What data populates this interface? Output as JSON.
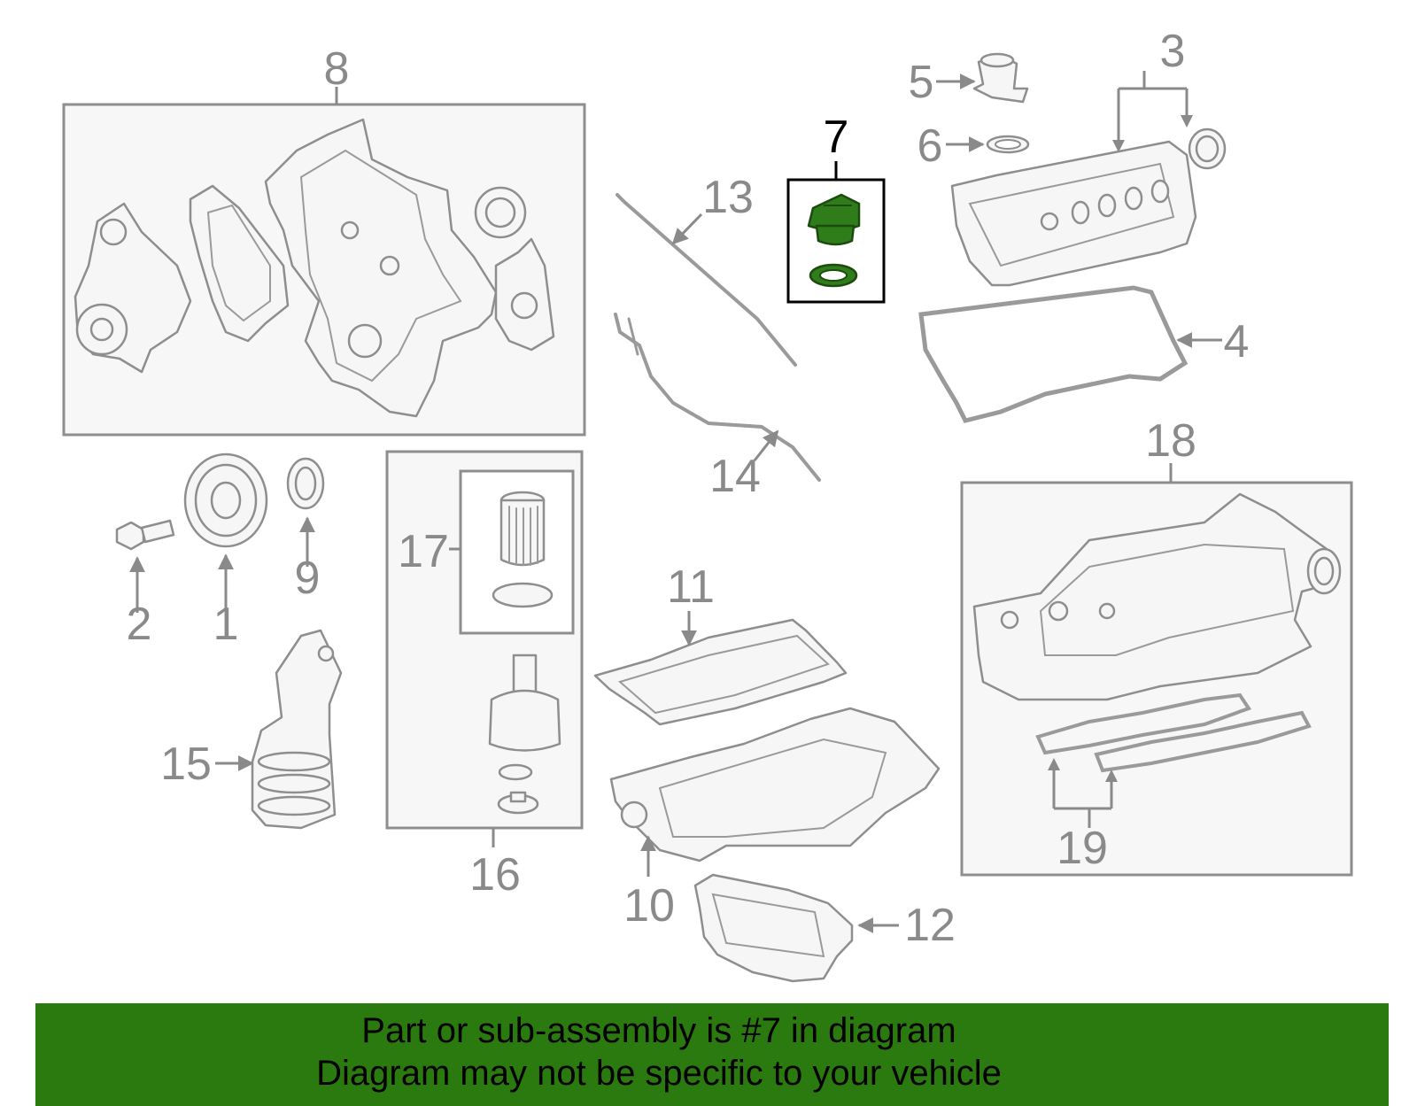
{
  "diagram": {
    "highlighted_part": "7",
    "callouts": {
      "c1": "1",
      "c2": "2",
      "c3": "3",
      "c4": "4",
      "c5": "5",
      "c6": "6",
      "c7": "7",
      "c8": "8",
      "c9": "9",
      "c10": "10",
      "c11": "11",
      "c12": "12",
      "c13": "13",
      "c14": "14",
      "c15": "15",
      "c16": "16",
      "c17": "17",
      "c18": "18",
      "c19": "19"
    },
    "colors": {
      "highlight": "#2e7d1a",
      "banner": "#2a7a10",
      "line": "#8e8e8e"
    }
  },
  "footer": {
    "line1": "Part or sub-assembly is #7 in diagram",
    "line2": "Diagram may not be specific to your vehicle"
  }
}
